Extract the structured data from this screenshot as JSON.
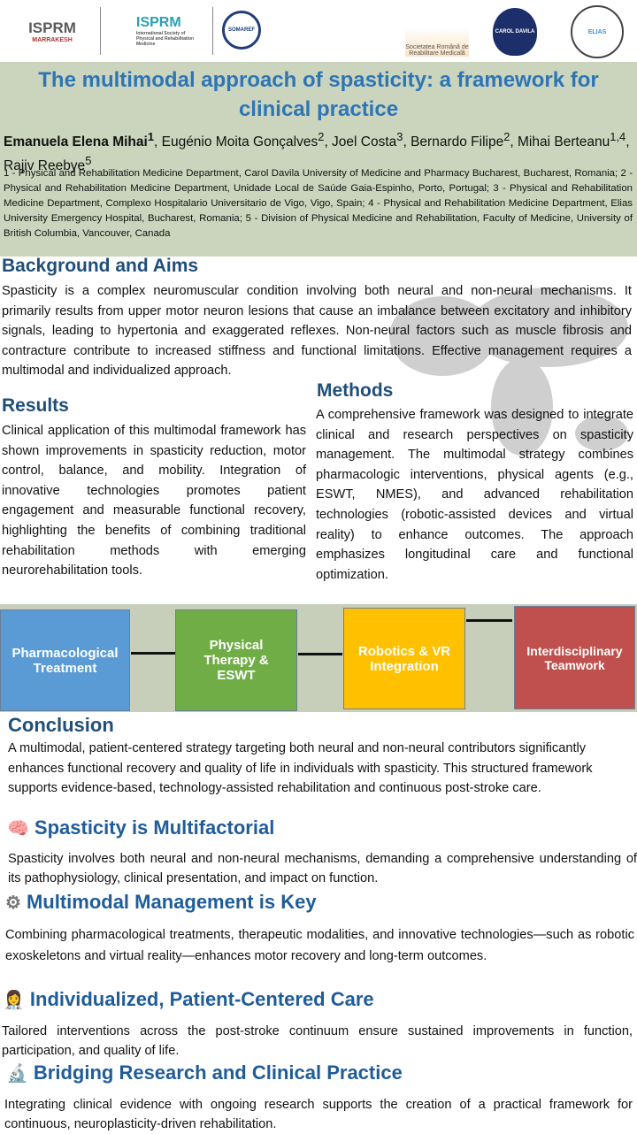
{
  "logos": [
    {
      "name": "ISPRM Marrakesh",
      "text": "ISPRM",
      "sub": "MARRAKESH"
    },
    {
      "name": "ISPRM",
      "text": "ISPRM",
      "sub": "International Society of Physical and Rehabilitation Medicine"
    },
    {
      "name": "SOMAREF",
      "text": "SOMAREF"
    },
    {
      "name": "Societatea Romana de Reabilitare Medicala",
      "text": "Societatea Română de Reabilitare Medicală"
    },
    {
      "name": "UMF Carol Davila",
      "text": "CAROL DAVILA"
    },
    {
      "name": "Spitalul Universitar de Urgenta Elias",
      "text": "ELIAS"
    }
  ],
  "title": "The multimodal approach of spasticity: a framework for clinical practice",
  "authors": {
    "first": "Emanuela Elena Mihai",
    "first_sup": "1",
    "rest": [
      {
        "name": ", Eugénio Moita Gonçalves",
        "sup": "2"
      },
      {
        "name": ", Joel Costa",
        "sup": "3"
      },
      {
        "name": ", Bernardo Filipe",
        "sup": "2"
      },
      {
        "name": ", Mihai Berteanu",
        "sup": "1,4"
      },
      {
        "name": ", Rajiv Reebye",
        "sup": "5"
      }
    ]
  },
  "affiliations": "1 - Physical and Rehabilitation Medicine Department, Carol Davila University of Medicine and Pharmacy Bucharest, Bucharest, Romania; 2 - Physical and Rehabilitation Medicine Department, Unidade Local de Saúde Gaia-Espinho, Porto, Portugal; 3 - Physical and Rehabilitation Medicine Department, Complexo Hospitalario Universitario de Vigo, Vigo, Spain; 4 - Physical and Rehabilitation Medicine Department, Elias University Emergency Hospital, Bucharest, Romania; 5 - Division of Physical Medicine and Rehabilitation, Faculty of Medicine, University of British Columbia, Vancouver, Canada",
  "background": {
    "heading": "Background and Aims",
    "text": "Spasticity is a complex neuromuscular condition involving both neural and non-neural mechanisms. It primarily results from upper motor neuron lesions that cause an imbalance between excitatory and inhibitory signals, leading to hypertonia and exaggerated reflexes. Non-neural factors such as muscle fibrosis and contracture contribute to increased stiffness and functional limitations. Effective management requires a multimodal and individualized approach."
  },
  "results": {
    "heading": "Results",
    "text": "Clinical application of this multimodal framework has shown improvements in spasticity reduction, motor control, balance, and mobility. Integration of innovative technologies promotes patient engagement and measurable functional recovery, highlighting the benefits of combining traditional rehabilitation methods with emerging neurorehabilitation tools."
  },
  "methods": {
    "heading": "Methods",
    "text": "A comprehensive framework was designed to integrate clinical and research perspectives on spasticity management. The multimodal strategy combines pharmacologic interventions, physical agents (e.g., ESWT, NMES), and advanced rehabilitation technologies (robotic-assisted devices and virtual reality) to enhance outcomes. The approach emphasizes longitudinal care and functional optimization."
  },
  "flow": [
    {
      "label": "Pharmacological Treatment",
      "color": "#5b9bd5"
    },
    {
      "label": "Physical Therapy & ESWT",
      "color": "#70ad47"
    },
    {
      "label": "Robotics & VR Integration",
      "color": "#ffc000"
    },
    {
      "label": "Interdisciplinary Teamwork",
      "color": "#c0504d"
    }
  ],
  "conclusion": {
    "heading": "Conclusion",
    "text": "A multimodal, patient-centered strategy targeting both neural and non-neural contributors significantly enhances functional recovery and quality of life in individuals with spasticity. This structured framework supports evidence-based, technology-assisted rehabilitation and continuous post-stroke care."
  },
  "key_points": [
    {
      "icon": "brain-icon",
      "glyph": "🧠",
      "title": "Spasticity is Multifactorial",
      "text": "Spasticity involves both neural and non-neural mechanisms, demanding a comprehensive understanding of its pathophysiology, clinical presentation, and impact on function."
    },
    {
      "icon": "gear-icon",
      "glyph": "⚙",
      "title": "Multimodal Management is Key",
      "text": "Combining pharmacological treatments, therapeutic modalities, and innovative technologies—such as robotic exoskeletons and virtual reality—enhances motor recovery and long-term outcomes."
    },
    {
      "icon": "health-worker-icon",
      "glyph": "👩‍⚕️",
      "title": "Individualized, Patient-Centered Care",
      "text": "Tailored interventions across the post-stroke continuum ensure sustained improvements in function, participation, and quality of life."
    },
    {
      "icon": "microscope-icon",
      "glyph": "🔬",
      "title": "Bridging Research and Clinical Practice",
      "text": "Integrating clinical evidence with ongoing research supports the creation of a practical framework for continuous, neuroplasticity-driven rehabilitation."
    }
  ]
}
